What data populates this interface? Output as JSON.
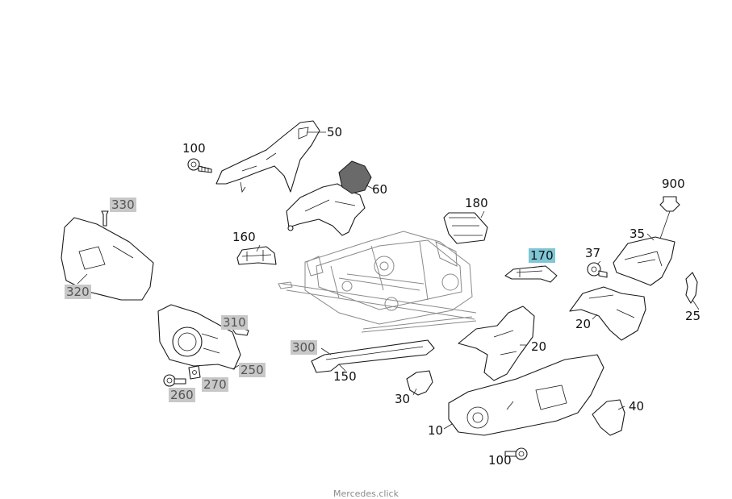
{
  "labels": {
    "p50": "50",
    "p100_top": "100",
    "p60": "60",
    "p330": "330",
    "p180": "180",
    "p900": "900",
    "p160": "160",
    "p35": "35",
    "p37": "37",
    "p170": "170",
    "p320": "320",
    "p310": "310",
    "p20_right": "20",
    "p25": "25",
    "p300": "300",
    "p20_mid": "20",
    "p250": "250",
    "p150": "150",
    "p270": "270",
    "p260": "260",
    "p30": "30",
    "p40": "40",
    "p10": "10",
    "p100_bottom": "100"
  },
  "colors": {
    "greyed_label_bg": "#c8c8c8",
    "highlight_label_bg": "#7fc6d6"
  },
  "footer": {
    "watermark": "Mercedes.click"
  }
}
